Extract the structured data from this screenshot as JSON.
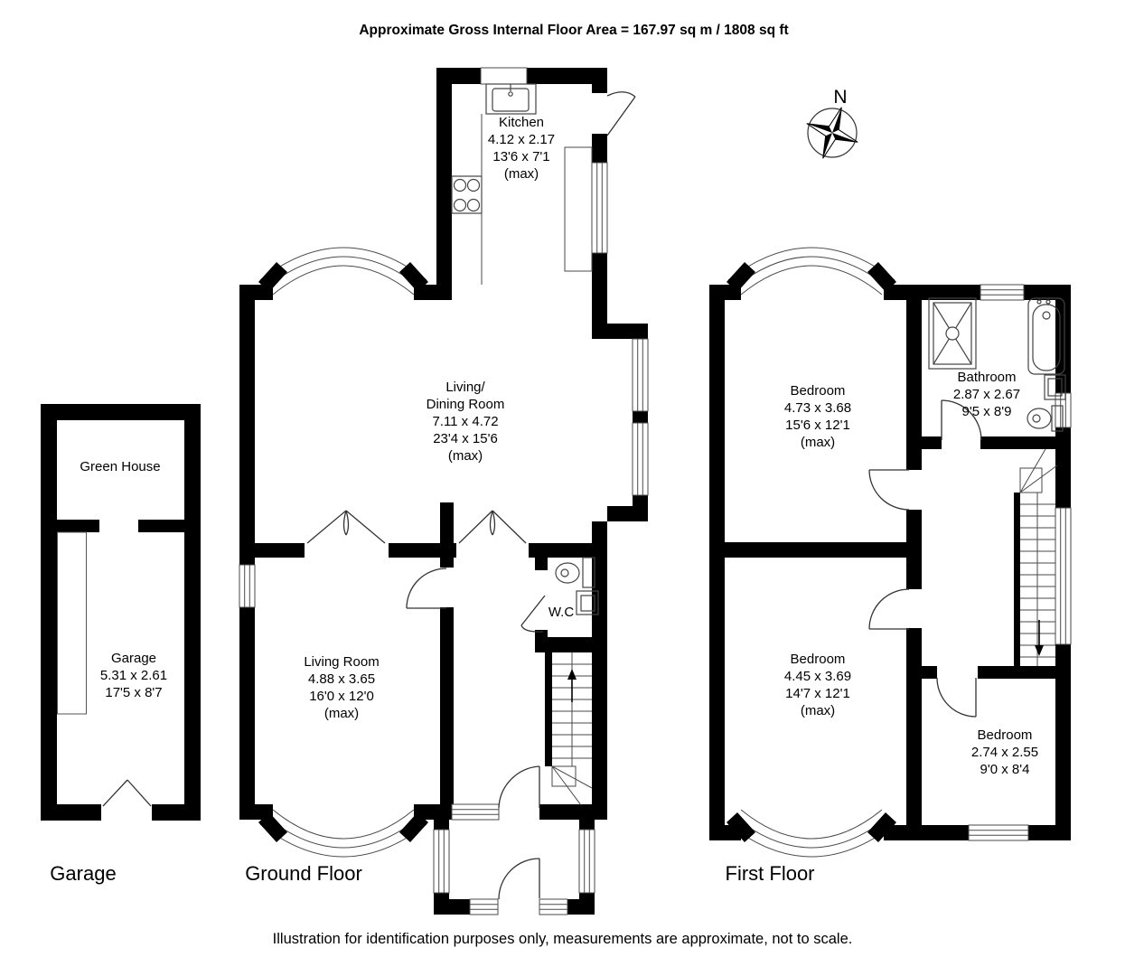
{
  "title": "Approximate Gross Internal Floor Area  = 167.97 sq m  / 1808 sq ft",
  "disclaimer": "Illustration for identification purposes only, measurements are approximate, not to scale.",
  "compass": {
    "label": "N"
  },
  "floor_labels": {
    "garage": "Garage",
    "ground": "Ground Floor",
    "first": "First Floor"
  },
  "rooms": {
    "green_house": {
      "name": "Green House"
    },
    "garage": {
      "name": "Garage",
      "metric": "5.31 x 2.61",
      "imperial": "17'5 x 8'7"
    },
    "kitchen": {
      "name": "Kitchen",
      "metric": "4.12 x 2.17",
      "imperial": "13'6 x 7'1",
      "max": "(max)"
    },
    "living_dining": {
      "name1": "Living/",
      "name2": "Dining Room",
      "metric": "7.11 x 4.72",
      "imperial": "23'4 x 15'6",
      "max": "(max)"
    },
    "living_room": {
      "name": "Living Room",
      "metric": "4.88 x 3.65",
      "imperial": "16'0 x 12'0",
      "max": "(max)"
    },
    "wc": {
      "name": "W.C"
    },
    "bedroom1": {
      "name": "Bedroom",
      "metric": "4.73 x 3.68",
      "imperial": "15'6 x 12'1",
      "max": "(max)"
    },
    "bathroom": {
      "name": "Bathroom",
      "metric": "2.87 x 2.67",
      "imperial": "9'5 x 8'9"
    },
    "bedroom2": {
      "name": "Bedroom",
      "metric": "4.45 x 3.69",
      "imperial": "14'7 x 12'1",
      "max": "(max)"
    },
    "bedroom3": {
      "name": "Bedroom",
      "metric": "2.74 x 2.55",
      "imperial": "9'0 x 8'4"
    }
  },
  "colors": {
    "walls": "#000000",
    "background": "#ffffff",
    "thin_lines": "#4a4a4a",
    "text": "#000000"
  }
}
